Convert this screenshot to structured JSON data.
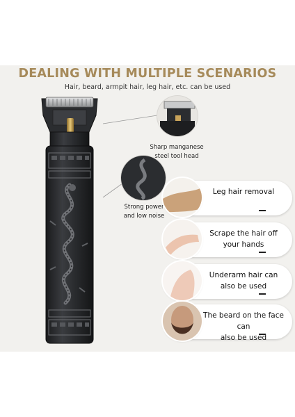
{
  "banner": {
    "title": "DEALING WITH MULTIPLE SCENARIOS",
    "subtitle": "Hair, beard, armpit hair, leg hair, etc. can be used"
  },
  "callouts": [
    {
      "label_line1": "Sharp manganese",
      "label_line2": "steel tool head"
    },
    {
      "label_line1": "Strong power",
      "label_line2": "and low noise"
    }
  ],
  "scenarios": [
    {
      "line1": "Leg hair removal",
      "line2": ""
    },
    {
      "line1": "Scrape the hair off",
      "line2": "your hands"
    },
    {
      "line1": "Underarm hair can",
      "line2": "also be used"
    },
    {
      "line1": "The beard on the face can",
      "line2": "also be used"
    }
  ],
  "colors": {
    "title": "#a68a5a",
    "trimmer_body": "#2b2d30",
    "blade": "#c9cacb",
    "gold": "#c9a45a"
  }
}
